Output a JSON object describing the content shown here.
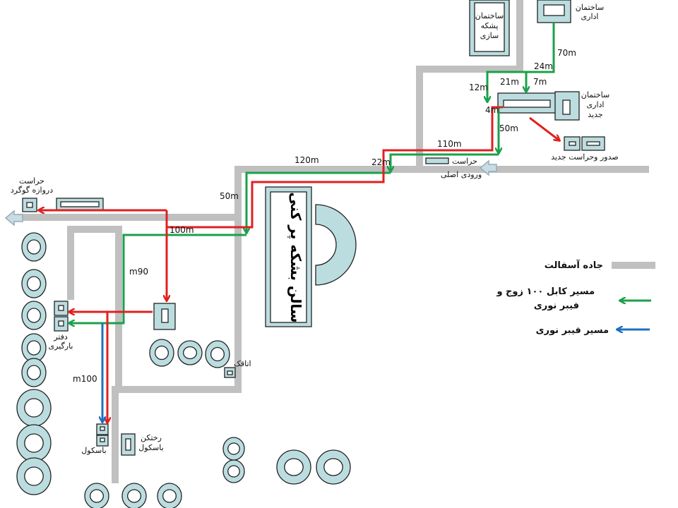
{
  "colors": {
    "road": "#c0c0c0",
    "building": "#bcdde0",
    "copper_fiber_route": "#1aa14a",
    "fiber_route": "#1e6fc0",
    "planned_route": "#e02020"
  },
  "buildings": {
    "pshke_sazi": [
      "ساختمان",
      "پشکه",
      "سازی"
    ],
    "admin": [
      "ساختمان",
      "اداری"
    ],
    "new_admin": [
      "ساختمان",
      "اداری",
      "جدید"
    ],
    "sodour": "صدور وحراست جدید",
    "guard": "حراست",
    "main_entrance": "ورودی اصلی",
    "gogerd_guard": [
      "حراست",
      "دروازه گوگرد"
    ],
    "filling_hall": "سالن بشکه پر کنی",
    "daftar": [
      "دفتر",
      "بارگیری"
    ],
    "otaghak": "اتاقک",
    "rakhtkan": [
      "رختکن",
      "باسکول"
    ],
    "bascule": "باسکول"
  },
  "distances": {
    "d70": "70m",
    "d24": "24m",
    "d21": "21m",
    "d7": "7m",
    "d12": "12m",
    "d4": "4m",
    "d50a": "50m",
    "d110": "110m",
    "d22": "22m",
    "d120": "120m",
    "d50b": "50m",
    "d100": "100m",
    "d90": "m90",
    "d100b": "m100"
  },
  "legend": {
    "road": "جاده آسفالت",
    "copper_fiber": [
      "مسیر کابل ۱۰۰ زوج و",
      "فیبر نوری"
    ],
    "fiber": "مسیر فیبر نوری"
  }
}
